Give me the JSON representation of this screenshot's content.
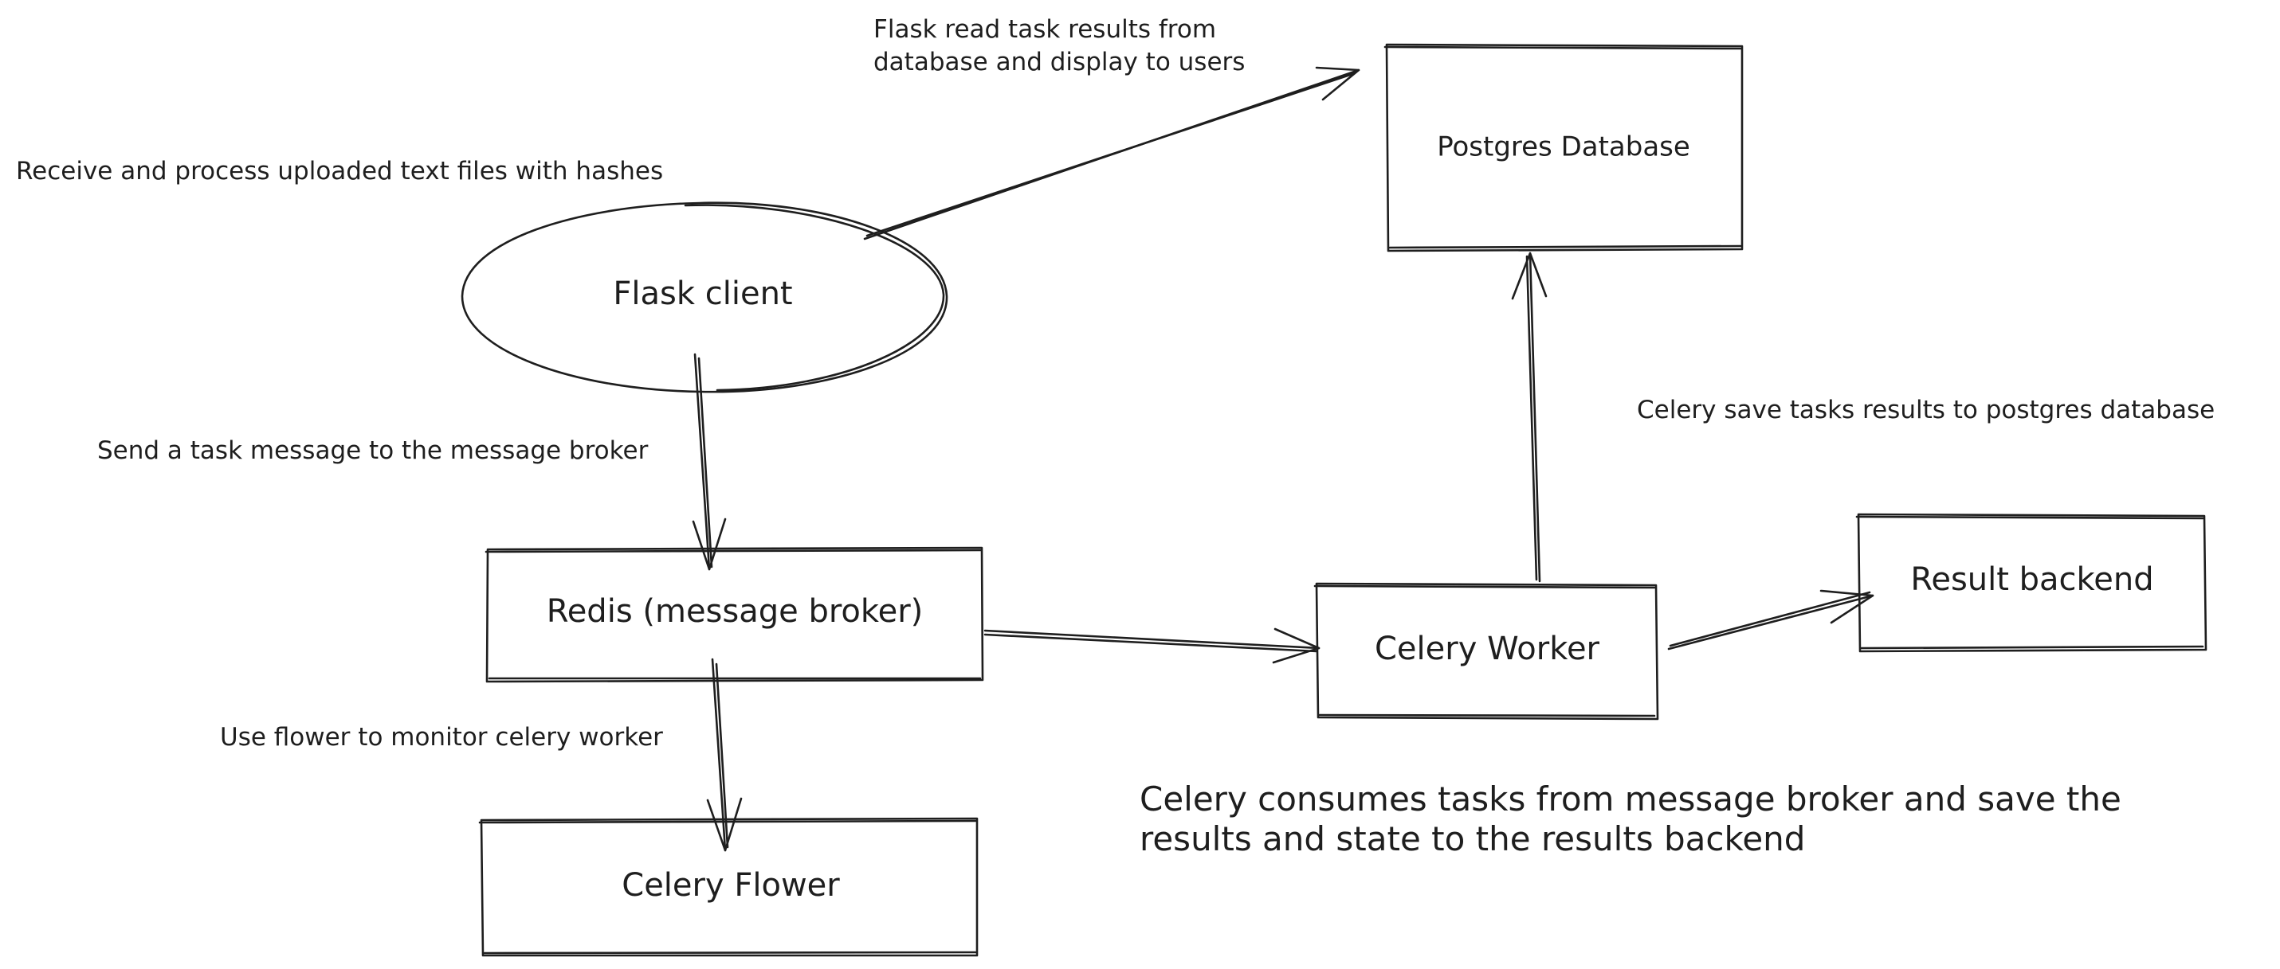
{
  "nodes": {
    "flask_client": "Flask client",
    "redis": "Redis (message broker)",
    "celery_flower": "Celery Flower",
    "celery_worker": "Celery Worker",
    "postgres": "Postgres Database",
    "result_backend": "Result backend"
  },
  "notes": {
    "receive_upload": "Receive and process uploaded text files with hashes",
    "flask_read_line1": "Flask read task results from",
    "flask_read_line2": "database and display to users",
    "send_task": "Send a task message to the message broker",
    "use_flower": "Use flower to monitor celery worker",
    "celery_save": "Celery save tasks results to postgres database",
    "celery_consumes_line1": "Celery consumes tasks from message broker and save the",
    "celery_consumes_line2": "results and state to the results backend"
  },
  "colors": {
    "stroke": "#1e1e1e",
    "background": "#ffffff"
  }
}
